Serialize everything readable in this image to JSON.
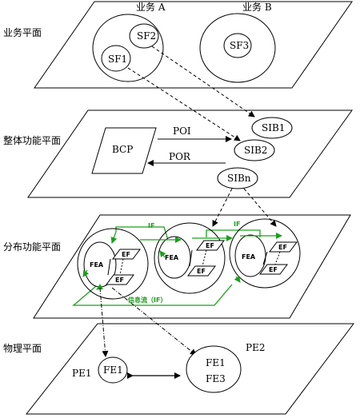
{
  "planes": {
    "service": "业务平面",
    "global": "整体功能平面",
    "distributed": "分布功能平面",
    "physical": "物理平面"
  },
  "service_plane": {
    "business_a": "业务 A",
    "business_b": "业务 B",
    "sf1": "SF1",
    "sf2": "SF2",
    "sf3": "SF3"
  },
  "global_plane": {
    "bcp": "BCP",
    "poi": "POI",
    "por": "POR",
    "sib1": "SIB1",
    "sib2": "SIB2",
    "sibn": "SIBn"
  },
  "distributed_plane": {
    "if_left": "IF",
    "if_right": "IF",
    "info_flow": "信息流（IF）",
    "fea": "FEA",
    "ef": "EF"
  },
  "physical_plane": {
    "pe1": "PE1",
    "pe2": "PE2",
    "fe1_left": "FE1",
    "fe1_right": "FE1",
    "fe3": "FE3"
  },
  "colors": {
    "line": "#000000",
    "green": "#1aa01a"
  }
}
